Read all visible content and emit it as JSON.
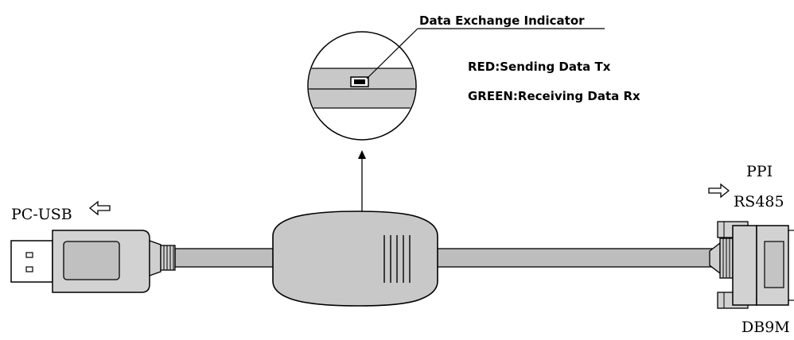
{
  "callout": {
    "title": "Data Exchange Indicator",
    "red_line": "RED:Sending Data Tx",
    "green_line": "GREEN:Receiving Data Rx"
  },
  "left_label": "PC-USB",
  "right_labels": {
    "top": "PPI",
    "middle": "RS485",
    "bottom": "DB9M"
  },
  "colors": {
    "stroke": "#000000",
    "body_fill": "#c8c8c8",
    "cable_fill": "#bdbdbd",
    "connector_fill": "#d2d2d2",
    "background": "#ffffff"
  }
}
